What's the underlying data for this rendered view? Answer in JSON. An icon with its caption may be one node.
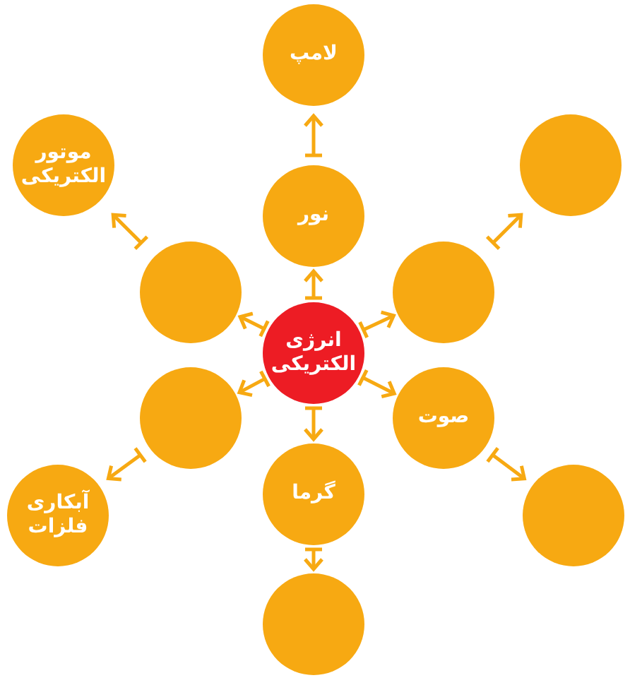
{
  "diagram": {
    "nodes": [
      {
        "text": [
          "لامپ"
        ]
      },
      {
        "text": [
          "موتور الکتریکی"
        ]
      },
      {
        "text": [],
        "shape": "circle"
      },
      {
        "text": [
          "نور"
        ]
      },
      {
        "text": [],
        "shape": "circle"
      },
      {
        "text": [],
        "shape": "circle"
      },
      {
        "text": [
          "انرژی الکتریکی"
        ]
      },
      {
        "text": [],
        "shape": "circle"
      },
      {
        "text": [
          "صوت"
        ]
      },
      {
        "text": [
          "گرما"
        ]
      },
      {
        "text": [
          "آبکاری فلزات"
        ]
      },
      {
        "text": [],
        "shape": "circle"
      },
      {
        "text": [],
        "shape": "circle"
      }
    ],
    "edges": [
      {
        "from": 6,
        "to": 3,
        "arrow": "to"
      },
      {
        "from": 6,
        "to": 4,
        "arrow": "to"
      },
      {
        "from": 6,
        "to": 5,
        "arrow": "to"
      },
      {
        "from": 6,
        "to": 7,
        "arrow": "to"
      },
      {
        "from": 6,
        "to": 8,
        "arrow": "to"
      },
      {
        "from": 6,
        "to": 9,
        "arrow": "to"
      },
      {
        "from": 3,
        "to": 0,
        "arrow": "to"
      },
      {
        "from": 4,
        "to": 1,
        "arrow": "to"
      },
      {
        "from": 5,
        "to": 2,
        "arrow": "to"
      },
      {
        "from": 7,
        "to": 10,
        "arrow": "to"
      },
      {
        "from": 8,
        "to": 11,
        "arrow": "to"
      },
      {
        "from": 9,
        "to": 12,
        "arrow": "to"
      }
    ]
  }
}
